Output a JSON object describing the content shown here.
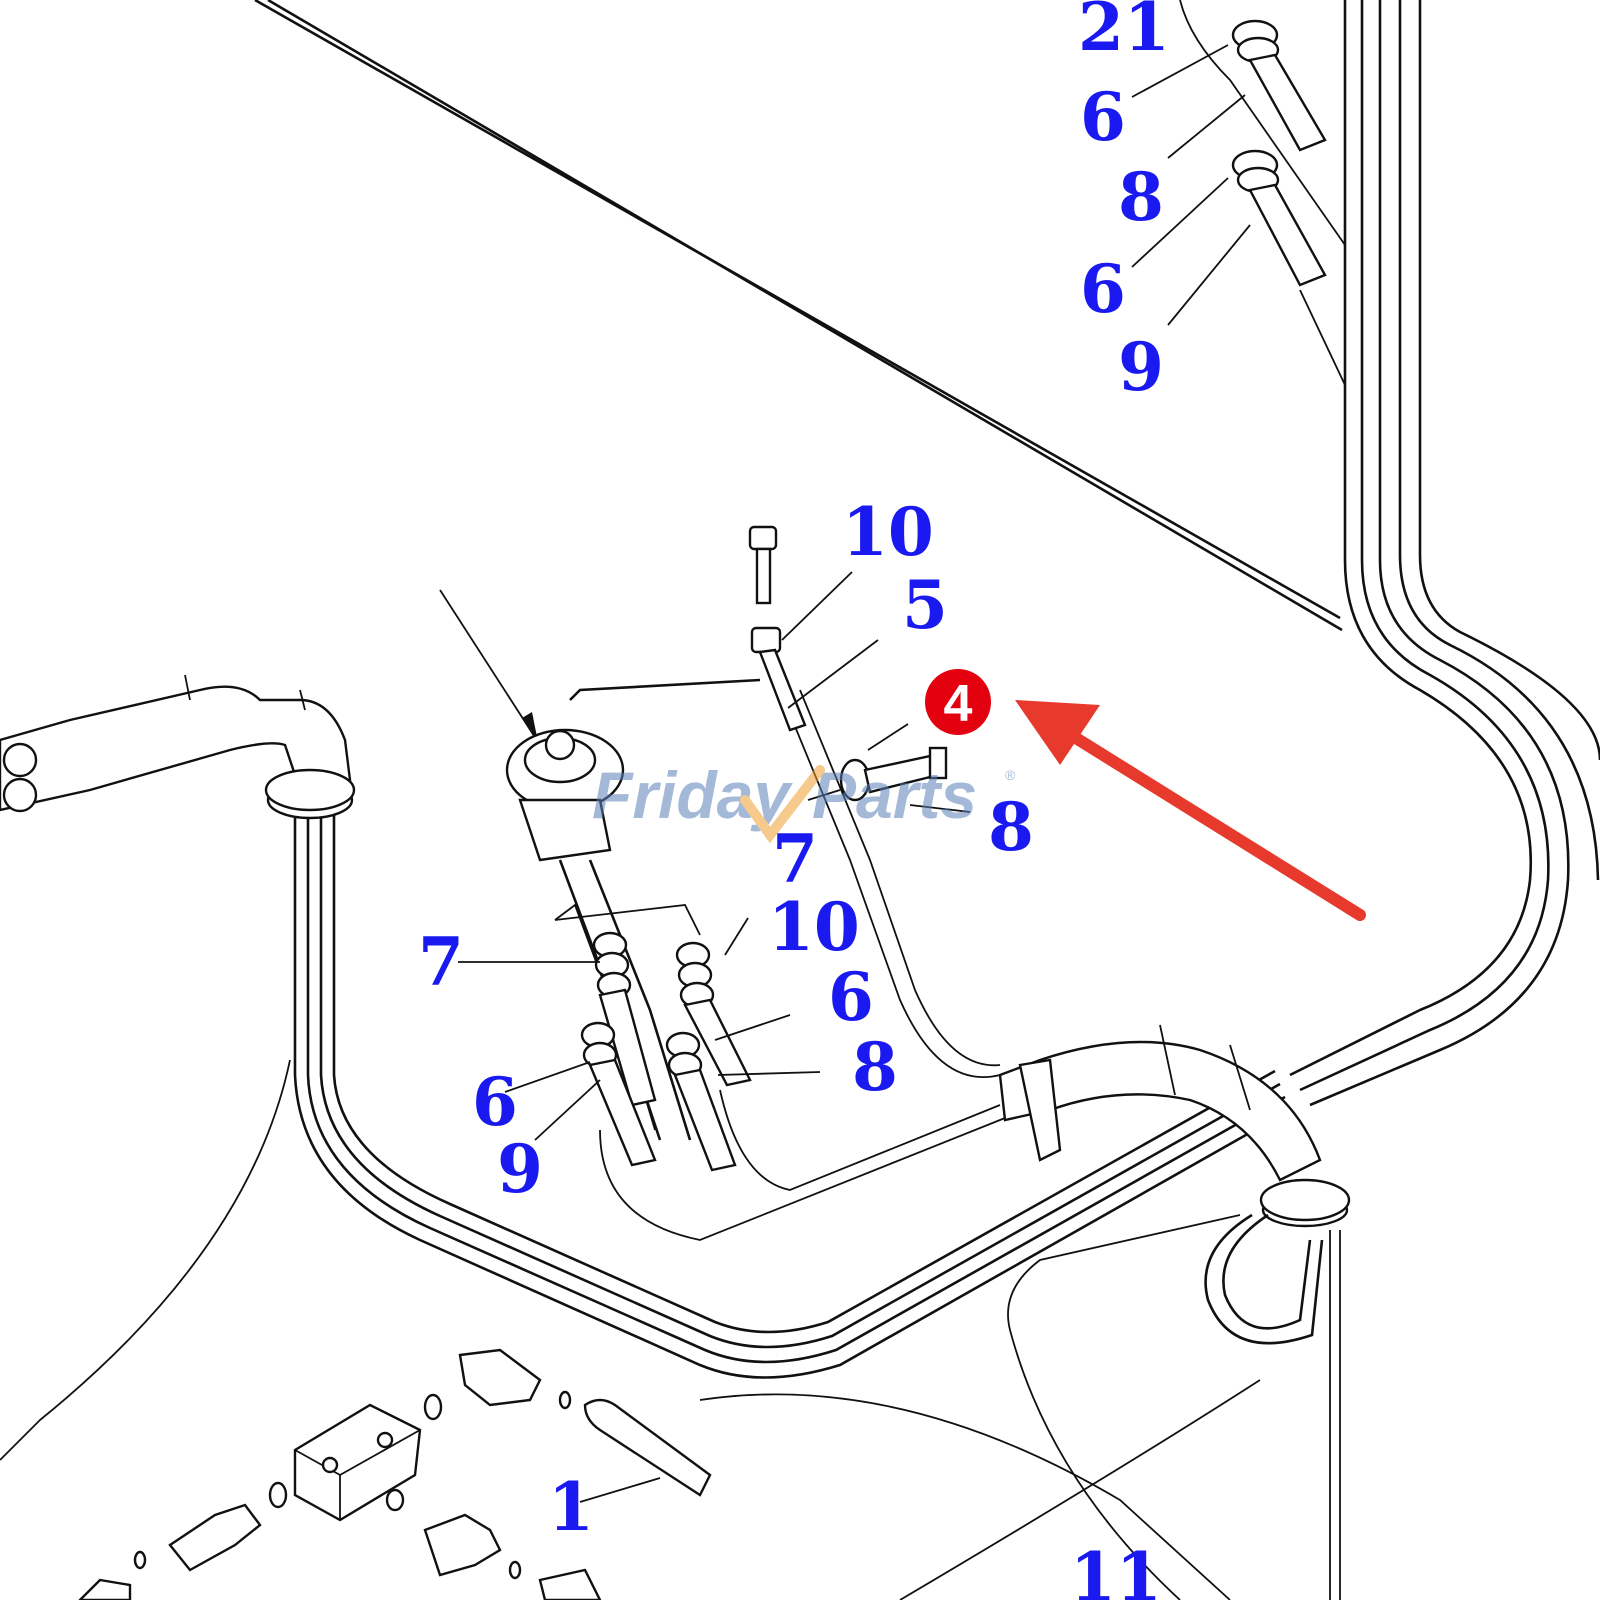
{
  "colors": {
    "callout": "#1a1af0",
    "badge": "#e3000f",
    "arrow": "#e8392d",
    "line": "#111111",
    "watermark_blue": "#5b7fb8",
    "watermark_orange": "#f0a030"
  },
  "watermark": {
    "word1": "Friday",
    "word2": "Parts",
    "mark": "®"
  },
  "highlight": {
    "label": "4",
    "icon": "red-circle-badge",
    "pointer": "red-arrow"
  },
  "callouts": [
    {
      "id": "c-21-top",
      "label": "21"
    },
    {
      "id": "c-6-a",
      "label": "6"
    },
    {
      "id": "c-8-a",
      "label": "8"
    },
    {
      "id": "c-6-b",
      "label": "6"
    },
    {
      "id": "c-9-a",
      "label": "9"
    },
    {
      "id": "c-10-top",
      "label": "10"
    },
    {
      "id": "c-5",
      "label": "5"
    },
    {
      "id": "c-8-b",
      "label": "8"
    },
    {
      "id": "c-7-a",
      "label": "7"
    },
    {
      "id": "c-10-mid",
      "label": "10"
    },
    {
      "id": "c-7-b",
      "label": "7"
    },
    {
      "id": "c-6-c",
      "label": "6"
    },
    {
      "id": "c-8-c",
      "label": "8"
    },
    {
      "id": "c-6-d",
      "label": "6"
    },
    {
      "id": "c-9-b",
      "label": "9"
    },
    {
      "id": "c-1",
      "label": "1"
    },
    {
      "id": "c-11",
      "label": "11"
    }
  ]
}
